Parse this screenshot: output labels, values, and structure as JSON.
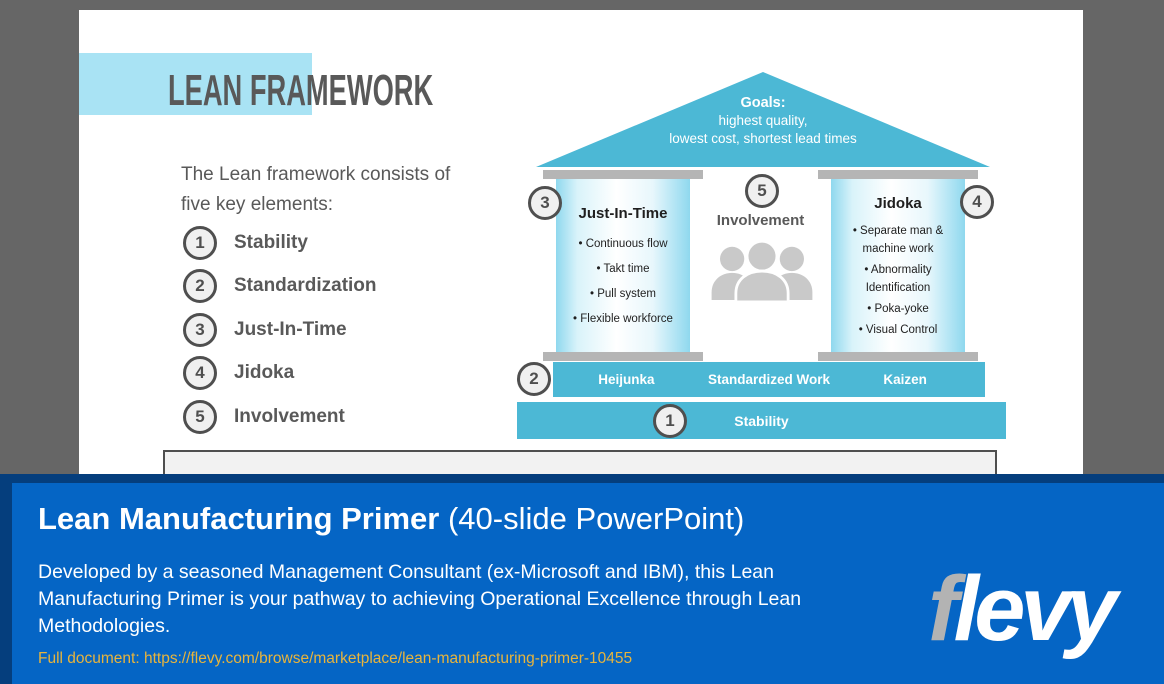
{
  "slide": {
    "title": "LEAN FRAMEWORK",
    "intro_lines": [
      "The Lean framework consists of",
      "five key elements:"
    ],
    "elements": [
      {
        "num": "1",
        "label": "Stability"
      },
      {
        "num": "2",
        "label": "Standardization"
      },
      {
        "num": "3",
        "label": "Just-In-Time"
      },
      {
        "num": "4",
        "label": "Jidoka"
      },
      {
        "num": "5",
        "label": "Involvement"
      }
    ],
    "diagram": {
      "roof": {
        "title": "Goals:",
        "lines": [
          "highest quality,",
          "lowest cost, shortest lead times"
        ]
      },
      "pillar_left": {
        "num": "3",
        "title": "Just-In-Time",
        "bullets": [
          "• Continuous flow",
          "• Takt time",
          "• Pull system",
          "• Flexible workforce"
        ]
      },
      "pillar_center": {
        "num": "5",
        "title": "Involvement",
        "icon": "people-group-icon"
      },
      "pillar_right": {
        "num": "4",
        "title": "Jidoka",
        "bullets": [
          "• Separate man & machine work",
          "• Abnormality Identification",
          "• Poka-yoke",
          "• Visual Control"
        ]
      },
      "foundation_row2": {
        "num": "2",
        "cells": [
          "Heijunka",
          "Standardized Work",
          "Kaizen"
        ]
      },
      "foundation_row1": {
        "num": "1",
        "label": "Stability"
      }
    }
  },
  "banner": {
    "title_bold": "Lean Manufacturing Primer",
    "title_regular": " (40-slide PowerPoint)",
    "description_lines": [
      "Developed by a seasoned Management Consultant (ex-Microsoft and IBM), this Lean",
      "Manufacturing Primer is your pathway to achieving Operational Excellence through Lean",
      "Methodologies."
    ],
    "link": "Full document: https://flevy.com/browse/marketplace/lean-manufacturing-primer-10455",
    "logo": {
      "f": "f",
      "levy": "levy"
    }
  },
  "colors": {
    "background_gray": "#666666",
    "slide_white": "#ffffff",
    "accent_light_blue": "#a9e3f4",
    "diagram_blue": "#4cb8d5",
    "banner_blue": "#0565c5",
    "banner_border_navy": "#053e7d",
    "link_gold": "#e8b43c",
    "text_gray": "#595959"
  }
}
